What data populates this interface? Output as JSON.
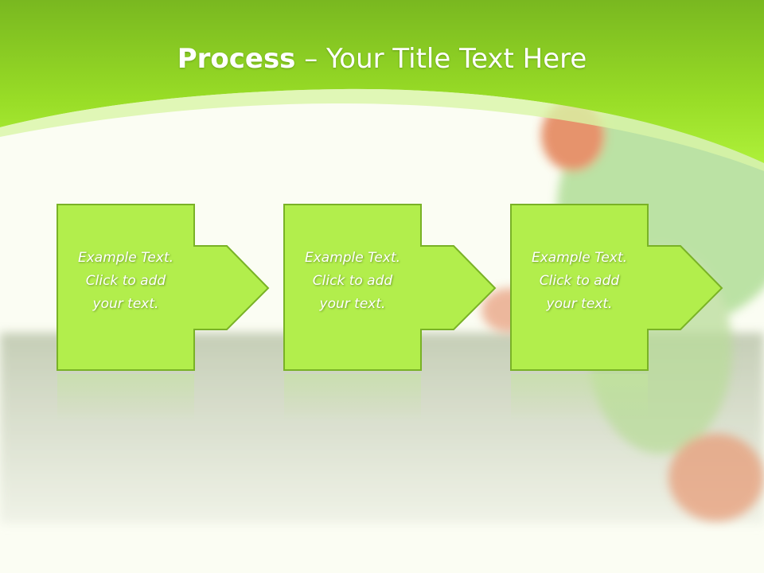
{
  "slide": {
    "title_bold": "Process",
    "title_rest": " – Your Title Text Here"
  },
  "steps": [
    {
      "line1": "Example Text.",
      "line2": "Click  to add",
      "line3": "your text."
    },
    {
      "line1": "Example Text.",
      "line2": "Click  to add",
      "line3": "your text."
    },
    {
      "line1": "Example Text.",
      "line2": "Click  to add",
      "line3": "your text."
    }
  ],
  "colors": {
    "header_green": "#9fe02a",
    "box_fill": "#b2ee4c",
    "box_stroke": "#79b226",
    "frog_orange": "#e8683a"
  }
}
